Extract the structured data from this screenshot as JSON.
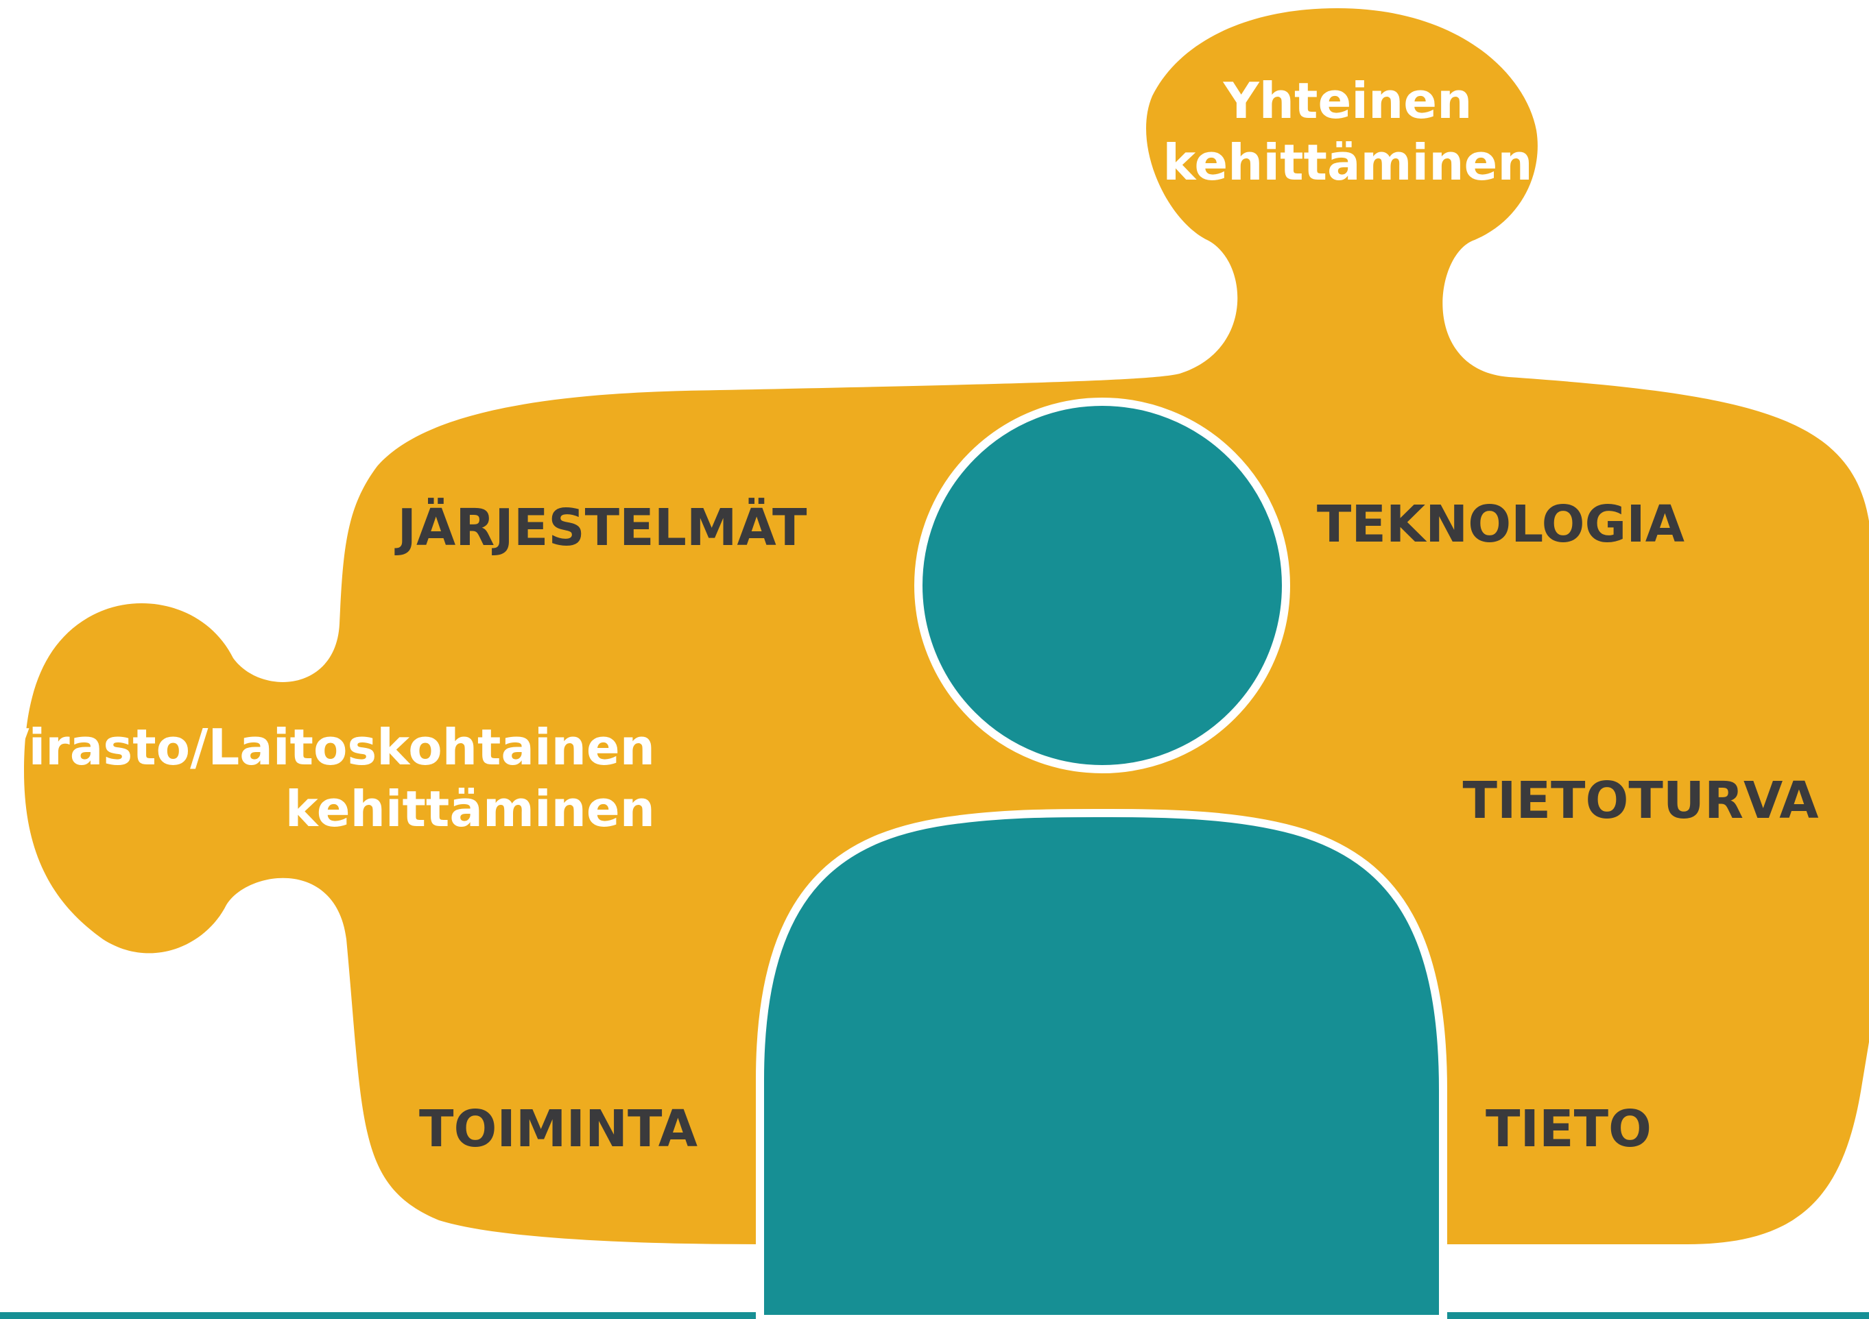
{
  "colors": {
    "puzzle": "#eeac1f",
    "person": "#168f94",
    "outline": "#ffffff",
    "bottom_line": "#168f94",
    "dark_text": "#3a3a3c",
    "light_text": "#ffffff"
  },
  "labels": {
    "top_tab_line1": "Yhteinen",
    "top_tab_line2": "kehittäminen",
    "left_tab_line1": "Virasto/Laitoskohtainen",
    "left_tab_line2": "kehittäminen",
    "jarjestelmat": "JÄRJESTELMÄT",
    "teknologia": "TEKNOLOGIA",
    "tietoturva": "TIETOTURVA",
    "toiminta": "TOIMINTA",
    "tieto": "TIETO"
  }
}
